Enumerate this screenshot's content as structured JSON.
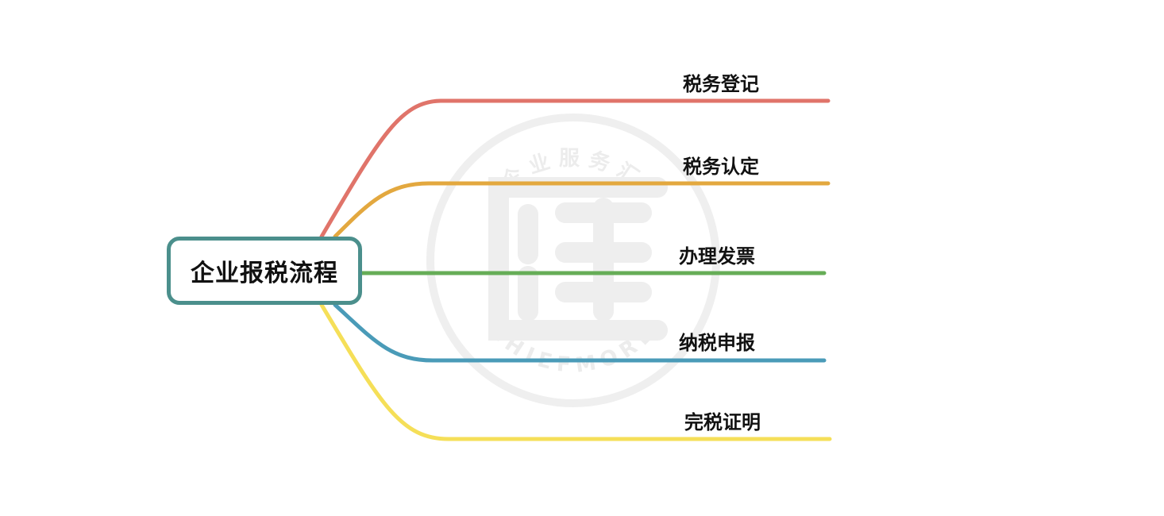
{
  "mindmap": {
    "central_topic": "企业报税流程",
    "central_border_color": "#4b8f8c",
    "branches": [
      {
        "label": "税务登记",
        "color": "#e0746a"
      },
      {
        "label": "税务认定",
        "color": "#e3a83f"
      },
      {
        "label": "办理发票",
        "color": "#66ad57"
      },
      {
        "label": "纳税申报",
        "color": "#4a9bb8"
      },
      {
        "label": "完税证明",
        "color": "#f5df58"
      }
    ]
  },
  "watermark": {
    "top_text": "企业服务汇",
    "bottom_text": "CHIEFMORE",
    "emblem": "汇"
  }
}
